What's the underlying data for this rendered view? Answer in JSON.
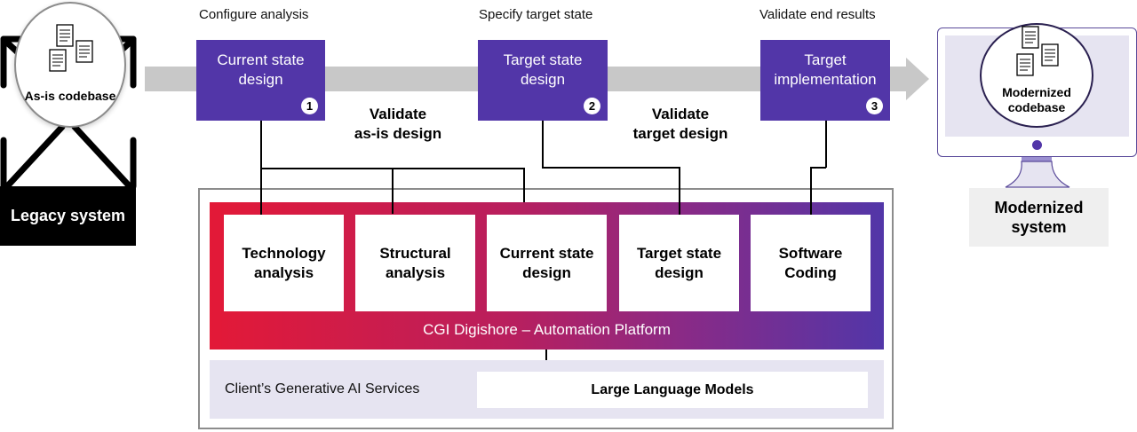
{
  "left": {
    "codebase_label": "As-is codebase",
    "system_label": "Legacy system"
  },
  "steps": [
    {
      "header": "Configure analysis",
      "stage": "Current state design",
      "number": "1"
    },
    {
      "header": "Specify target state",
      "stage": "Target state design",
      "number": "2"
    },
    {
      "header": "Validate end results",
      "stage": "Target implementation",
      "number": "3"
    }
  ],
  "validations": [
    {
      "line1": "Validate",
      "line2": "as-is design"
    },
    {
      "line1": "Validate",
      "line2": "target design"
    }
  ],
  "platform": {
    "label": "CGI Digishore – Automation Platform",
    "modules": [
      {
        "line1": "Technology",
        "line2": "analysis"
      },
      {
        "line1": "Structural",
        "line2": "analysis"
      },
      {
        "line1": "Current state",
        "line2": "design"
      },
      {
        "line1": "Target state",
        "line2": "design"
      },
      {
        "line1": "Software",
        "line2": "Coding"
      }
    ]
  },
  "ai_services": {
    "label": "Client’s Generative AI Services",
    "llm_label": "Large Language Models"
  },
  "right": {
    "codebase_line1": "Modernized",
    "codebase_line2": "codebase",
    "system_line1": "Modernized",
    "system_line2": "system"
  },
  "colors": {
    "stage_purple": "#5236a8",
    "platform_red": "#e31937",
    "flow_gray": "#c8c8c8",
    "ai_band": "#e6e4f1"
  }
}
